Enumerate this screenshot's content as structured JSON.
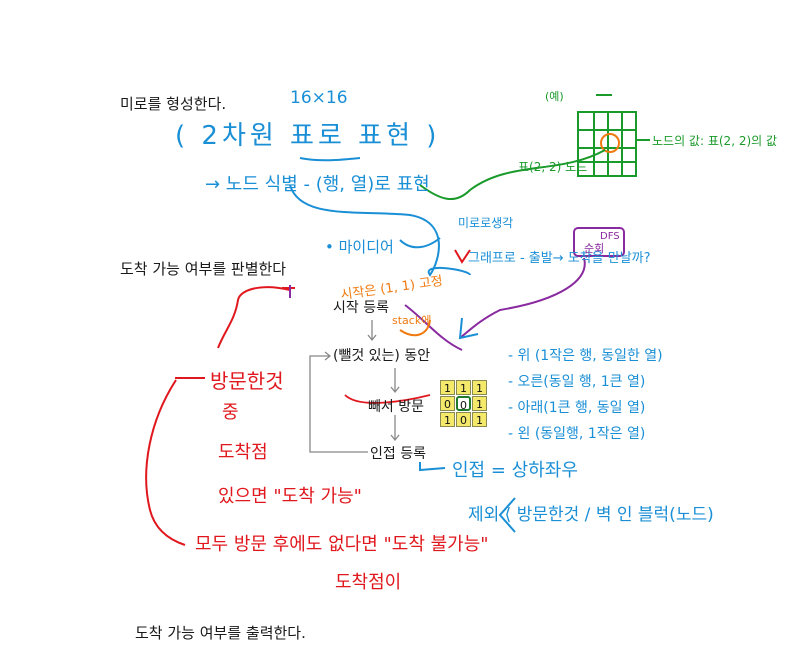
{
  "steps": {
    "form_maze": "미로를 형성한다.",
    "judge": "도착 가능 여부를 판별한다",
    "start_register": "시작 등록",
    "while_loop": "(뺄것 있는) 동안",
    "pop_visit": "빼서 방문",
    "adjacent_register": "인접 등록",
    "output": "도착 가능 여부를 출력한다."
  },
  "notes_blue": {
    "size": "16×16",
    "two_d_table": "( 2차원 표로 표현 )",
    "node_id": "→ 노드 식별 - (행, 열)로 표현",
    "maze_think": "미로로생각",
    "my_idea": "• 마이디어",
    "graph_q": "그래프로 - 출발→ 도착을 만날까?",
    "adjacent": "인접 = 상하좌우",
    "exclude": "제외 ⟨ 방문한것 / 벽 인 블럭(노드)"
  },
  "notes_green": {
    "example": "(예)",
    "node_value": "노드의 값: 표(2, 2)의 값",
    "table_node": "표(2, 2) 노드"
  },
  "notes_orange": {
    "start_fixed": "시작은 (1, 1) 고정",
    "stack": "stack에"
  },
  "notes_purple": {
    "dfs": "DFS",
    "order": "순회"
  },
  "notes_red": {
    "visited": "방문한것",
    "among": "중",
    "goal": "도착점",
    "if_exists": "있으면 \"도착 가능\"",
    "if_none": "모두 방문 후에도 없다면 \"도착 불가능\"",
    "goal_suffix": "도착점이"
  },
  "directions": [
    "- 위  (1작은 행, 동일한 열)",
    "- 오른(동일 행, 1큰 열)",
    "- 아래(1큰 행, 동일 열)",
    "- 왼  (동일행, 1작은 열)"
  ],
  "mini_grid": [
    [
      "1",
      "1",
      "1"
    ],
    [
      "0",
      "0",
      "1"
    ],
    [
      "1",
      "0",
      "1"
    ]
  ]
}
